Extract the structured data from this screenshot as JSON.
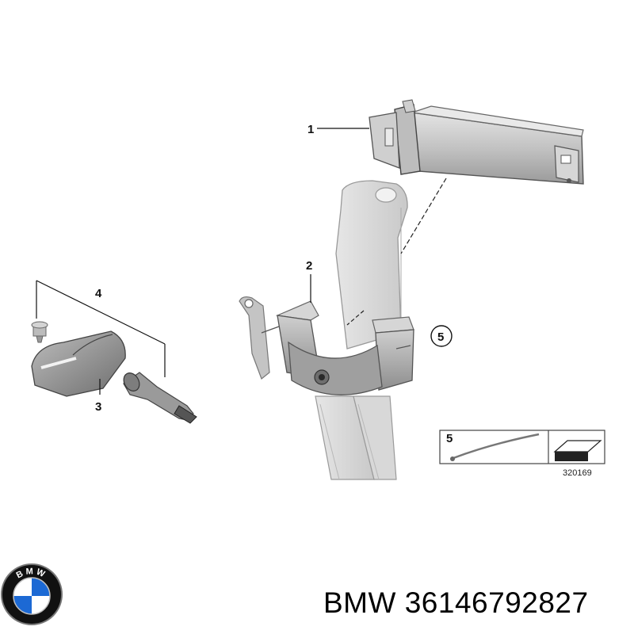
{
  "callouts": {
    "c1": "1",
    "c2": "2",
    "c3": "3",
    "c4": "4",
    "c5": "5",
    "legend_number": "5"
  },
  "diagram_id": "320169",
  "logo": {
    "text": "BMW",
    "colors": {
      "ring": "#111111",
      "blue": "#1c69d4",
      "white": "#ffffff"
    }
  },
  "part": {
    "brand": "BMW",
    "number": "36146792827"
  }
}
